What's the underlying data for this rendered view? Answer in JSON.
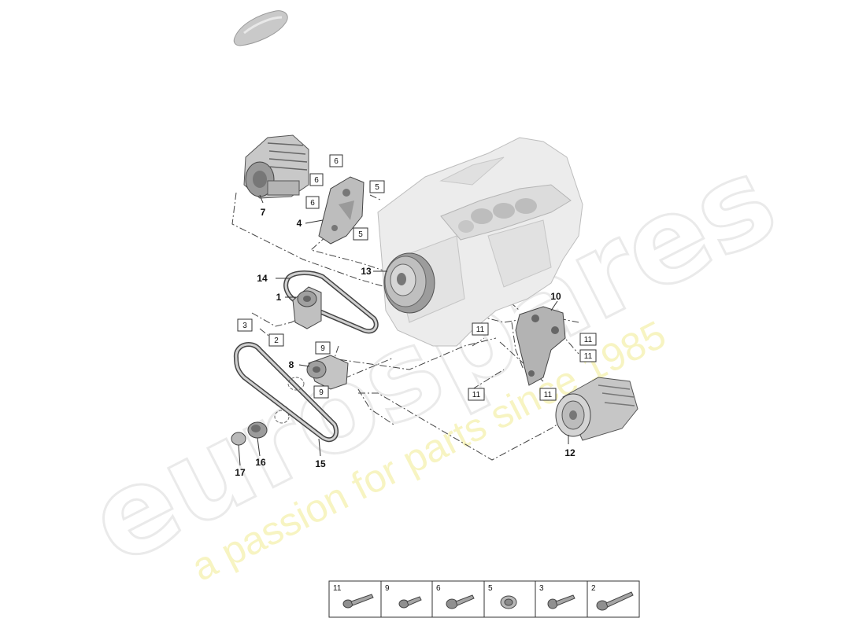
{
  "callouts": {
    "c1": "1",
    "c4": "4",
    "c7": "7",
    "c8": "8",
    "c10": "10",
    "c12": "12",
    "c13": "13",
    "c14": "14",
    "c15": "15",
    "c16": "16",
    "c17": "17"
  },
  "boxed_refs": {
    "b6a": "6",
    "b6b": "6",
    "b6c": "6",
    "b5a": "5",
    "b5b": "5",
    "b3": "3",
    "b2": "2",
    "b9a": "9",
    "b9b": "9",
    "b11a": "11",
    "b11b": "11",
    "b11c": "11",
    "b11d": "11",
    "b11e": "11"
  },
  "legend": {
    "cells": [
      {
        "label": "11",
        "icon": "long-bolt-icon"
      },
      {
        "label": "9",
        "icon": "short-bolt-icon"
      },
      {
        "label": "6",
        "icon": "flange-bolt-icon"
      },
      {
        "label": "5",
        "icon": "sleeve-icon"
      },
      {
        "label": "3",
        "icon": "bolt-icon"
      },
      {
        "label": "2",
        "icon": "long-screw-icon"
      }
    ]
  },
  "watermark": {
    "brand": "eurospares",
    "tagline": "a passion for parts since 1985"
  },
  "colors": {
    "line": "#333333",
    "part_fill": "#d7d7d7",
    "part_dark": "#8a8a8a",
    "watermark_text": "#d9d9d9",
    "watermark_tagline": "#f2ee9a"
  }
}
